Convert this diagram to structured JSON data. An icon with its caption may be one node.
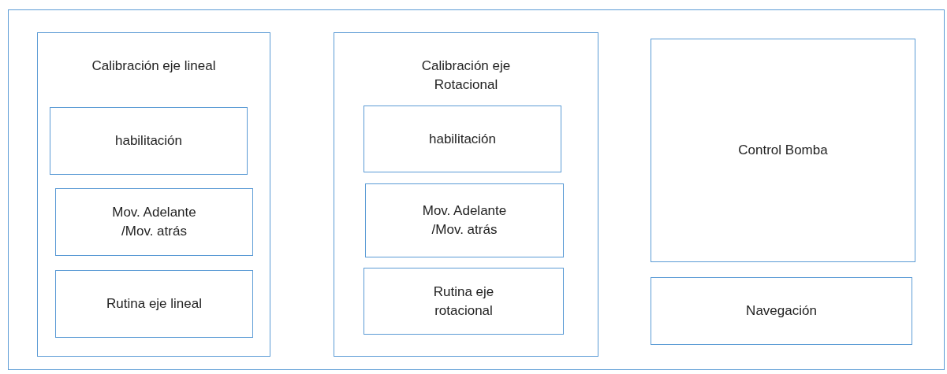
{
  "diagram": {
    "nodes": [
      {
        "text": [],
        "shape": "box"
      },
      {
        "text": [
          "Calibración eje lineal"
        ],
        "in": 0
      },
      {
        "text": [
          "habilitación"
        ],
        "in": 1
      },
      {
        "text": [
          "Mov. Adelante /Mov. atrás"
        ],
        "in": 1
      },
      {
        "text": [
          "Rutina eje lineal"
        ],
        "in": 1
      },
      {
        "text": [
          "Calibración eje Rotacional"
        ],
        "in": 0
      },
      {
        "text": [
          "habilitación"
        ],
        "in": 5
      },
      {
        "text": [
          "Mov. Adelante /Mov. atrás"
        ],
        "in": 5
      },
      {
        "text": [
          "Rutina eje rotacional"
        ],
        "in": 5
      },
      {
        "text": [
          "Control Bomba"
        ],
        "in": 0
      },
      {
        "text": [
          "Navegación"
        ],
        "in": 0
      }
    ]
  }
}
